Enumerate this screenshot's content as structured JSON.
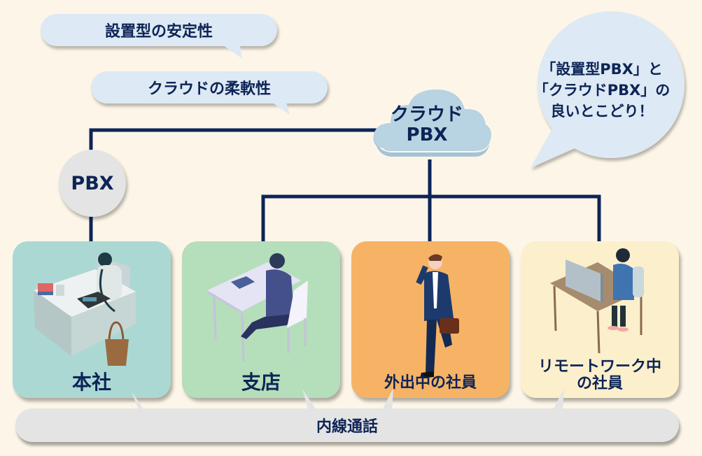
{
  "callouts": {
    "stability": "設置型の安定性",
    "flexibility": "クラウドの柔軟性",
    "best_of_both": [
      "「設置型PBX」と",
      "「クラウドPBX」の",
      "良いとこどり！"
    ]
  },
  "nodes": {
    "cloud_pbx": [
      "クラウド",
      "PBX"
    ],
    "onprem_pbx": "PBX"
  },
  "locations": [
    {
      "label": "本社",
      "color": "#acd8d3"
    },
    {
      "label": "支店",
      "color": "#b5deba"
    },
    {
      "label": "外出中の社員",
      "color": "#f6b365"
    },
    {
      "label": [
        "リモートワーク中",
        "の社員"
      ],
      "color": "#fcefcc"
    }
  ],
  "extension_call": "内線通話",
  "colors": {
    "background": "#fdf6e8",
    "navy": "#0d2456",
    "bubble": "#dde9f4",
    "cloud": "#b8d3e2",
    "pbx_circle": "#e4e4e4"
  }
}
